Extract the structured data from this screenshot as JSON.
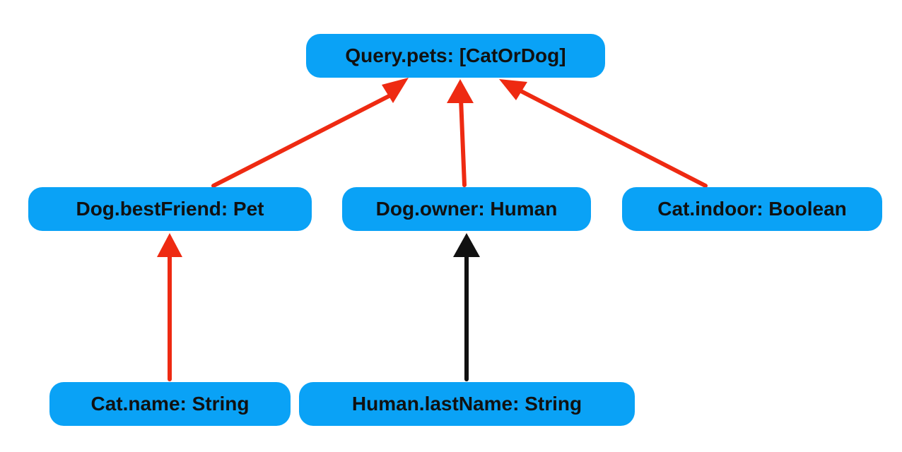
{
  "nodes": {
    "query_pets": "Query.pets: [CatOrDog]",
    "dog_best_friend": "Dog.bestFriend: Pet",
    "dog_owner": "Dog.owner: Human",
    "cat_indoor": "Cat.indoor: Boolean",
    "cat_name": "Cat.name: String",
    "human_last_name": "Human.lastName: String"
  },
  "edges": [
    {
      "from": "dog_best_friend",
      "to": "query_pets",
      "color": "#ee2a12"
    },
    {
      "from": "dog_owner",
      "to": "query_pets",
      "color": "#ee2a12"
    },
    {
      "from": "cat_indoor",
      "to": "query_pets",
      "color": "#ee2a12"
    },
    {
      "from": "cat_name",
      "to": "dog_best_friend",
      "color": "#ee2a12"
    },
    {
      "from": "human_last_name",
      "to": "dog_owner",
      "color": "#111111"
    }
  ],
  "colors": {
    "node_fill": "#0aa2f6",
    "node_text": "#111111",
    "edge_red": "#ee2a12",
    "edge_black": "#111111"
  }
}
